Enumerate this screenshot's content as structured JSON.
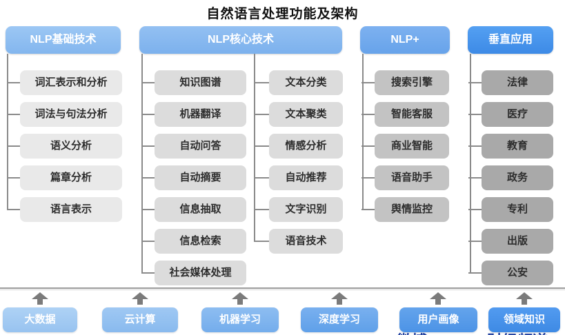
{
  "title": "自然语言处理功能及架构",
  "columns": [
    {
      "header": "NLP基础技术",
      "items": [
        "词汇表示和分析",
        "词法与句法分析",
        "语义分析",
        "篇章分析",
        "语言表示"
      ]
    },
    {
      "header": "NLP核心技术",
      "items_left": [
        "知识图谱",
        "机器翻译",
        "自动问答",
        "自动摘要",
        "信息抽取",
        "信息检索",
        "社会媒体处理"
      ],
      "items_right": [
        "文本分类",
        "文本聚类",
        "情感分析",
        "自动推荐",
        "文字识别",
        "语音技术"
      ]
    },
    {
      "header": "NLP+",
      "items": [
        "搜索引擎",
        "智能客服",
        "商业智能",
        "语音助手",
        "舆情监控"
      ]
    },
    {
      "header": "垂直应用",
      "items": [
        "法律",
        "医疗",
        "教育",
        "政务",
        "专利",
        "出版",
        "公安"
      ]
    }
  ],
  "foundation": {
    "items": [
      "大数据",
      "云计算",
      "机器学习",
      "深度学习",
      "用户画像",
      "领域知识"
    ]
  },
  "watermark": {
    "fragment1": "微博",
    "fragment2": "财经频道"
  },
  "colors": {
    "header_blue_basic": "#8fbef2",
    "header_blue_core": "#85b9f0",
    "header_blue_plus": "#6fa8ee",
    "header_blue_vertical": "#4496ef",
    "item_gray_basic": "#e9e9e9",
    "item_gray_core": "#dcdcdc",
    "item_gray_plus": "#c3c3c3",
    "item_gray_vertical": "#a9a9a9",
    "foundation_blues": [
      "#a4ccf3",
      "#95c2f0",
      "#7fb4ee",
      "#6aa8ea",
      "#559ae8",
      "#4892e6"
    ],
    "connector_line": "#8a8a8a",
    "arrow_gray": "#7b7b7b",
    "divider_gray": "#9b9b9b",
    "watermark_blue": "#20409f"
  }
}
